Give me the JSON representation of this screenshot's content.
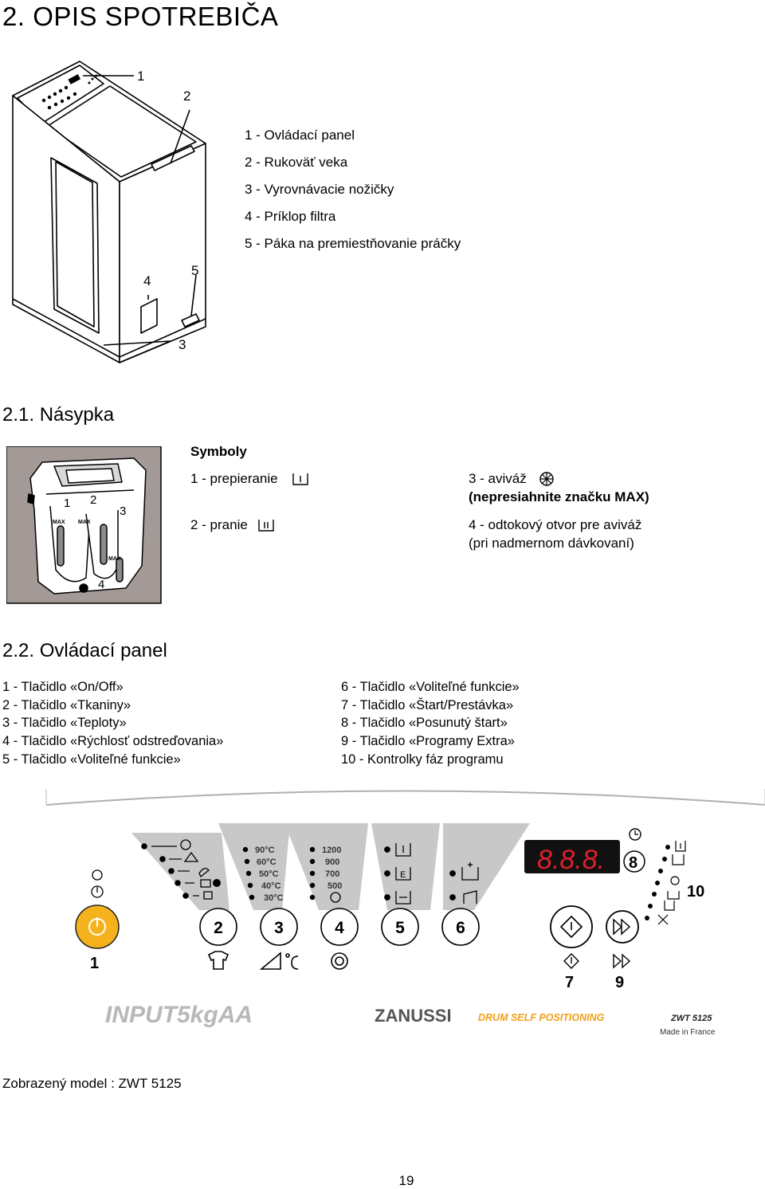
{
  "page": {
    "title": "2. OPIS SPOTREBIČA",
    "page_number": "19",
    "model_note": "Zobrazený model : ZWT 5125"
  },
  "appliance": {
    "callouts": [
      "1",
      "2",
      "3",
      "4",
      "5"
    ],
    "legend": [
      "1 - Ovládací panel",
      "2 - Rukoväť veka",
      "3 - Vyrovnávacie nožičky",
      "4 - Príklop filtra",
      "5 - Páka na premiestňovanie práčky"
    ]
  },
  "dispenser": {
    "heading": "2.1. Násypka",
    "symbols_title": "Symboly",
    "items": [
      "1 - prepieranie",
      "2 - pranie",
      "3 - aviváž",
      "(nepresiahnite značku MAX)",
      "4 - odtokový otvor pre aviváž",
      "(pri nadmernom dávkovaní)"
    ],
    "image_labels": [
      "1",
      "2",
      "3",
      "4",
      "MAX",
      "MAX",
      "MAX"
    ]
  },
  "control_panel": {
    "heading": "2.2. Ovládací panel",
    "left_items": [
      "1 - Tlačidlo «On/Off»",
      "2 - Tlačidlo «Tkaniny»",
      "3 - Tlačidlo «Teploty»",
      "4 - Tlačidlo «Rýchlosť odstreďovania»",
      "5 - Tlačidlo «Voliteľné funkcie»"
    ],
    "right_items": [
      "6 - Tlačidlo «Voliteľné funkcie»",
      "7 - Tlačidlo «Štart/Prestávka»",
      "8 - Tlačidlo «Posunutý štart»",
      "9 - Tlačidlo «Programy Extra»",
      "10 - Kontrolky fáz programu"
    ],
    "temperatures": [
      "90°C",
      "60°C",
      "50°C",
      "40°C",
      "30°C"
    ],
    "speeds": [
      "1200",
      "900",
      "700",
      "500"
    ],
    "display": "8.8.8.",
    "button_numbers": [
      "1",
      "2",
      "3",
      "4",
      "5",
      "6",
      "7",
      "8",
      "9",
      "10"
    ],
    "brand_logo": "INPUT5kgAA",
    "maker": "ZANUSSI",
    "tagline": "DRUM SELF POSITIONING",
    "model": "ZWT 5125",
    "made_in": "Made in France",
    "colors": {
      "display": "#e0202a",
      "power_button": "#f5b21d",
      "panel_grey": "#c8c8c8"
    }
  }
}
